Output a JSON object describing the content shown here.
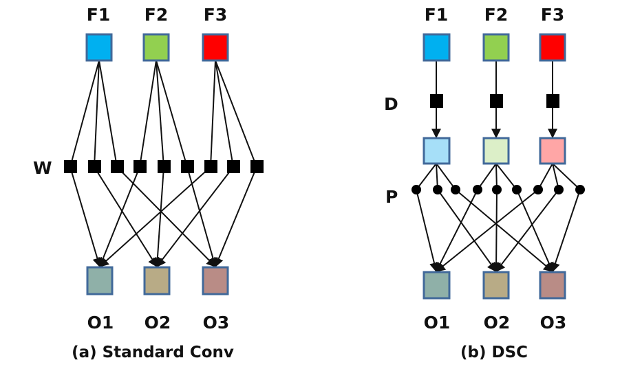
{
  "panels": [
    {
      "id": "standard-conv",
      "caption": "(a) Standard Conv",
      "inputs": [
        {
          "label": "F1",
          "color": "#00b0f0"
        },
        {
          "label": "F2",
          "color": "#92d050"
        },
        {
          "label": "F3",
          "color": "#ff0000"
        }
      ],
      "middle_label": "W",
      "middle_node_shape": "square",
      "middle_node_count": 9,
      "outputs": [
        {
          "label": "O1",
          "color": "#8fb0a8"
        },
        {
          "label": "O2",
          "color": "#b8ab86"
        },
        {
          "label": "O3",
          "color": "#b98c86"
        }
      ]
    },
    {
      "id": "dsc",
      "caption": "(b) DSC",
      "inputs": [
        {
          "label": "F1",
          "color": "#00b0f0"
        },
        {
          "label": "F2",
          "color": "#92d050"
        },
        {
          "label": "F3",
          "color": "#ff0000"
        }
      ],
      "depthwise_label": "D",
      "intermediates": [
        {
          "color": "#a6dff8"
        },
        {
          "color": "#dcefc8"
        },
        {
          "color": "#ffa6a6"
        }
      ],
      "pointwise_label": "P",
      "pointwise_node_shape": "circle",
      "pointwise_node_count": 9,
      "outputs": [
        {
          "label": "O1",
          "color": "#8fb0a8"
        },
        {
          "label": "O2",
          "color": "#b8ab86"
        },
        {
          "label": "O3",
          "color": "#b98c86"
        }
      ]
    }
  ]
}
